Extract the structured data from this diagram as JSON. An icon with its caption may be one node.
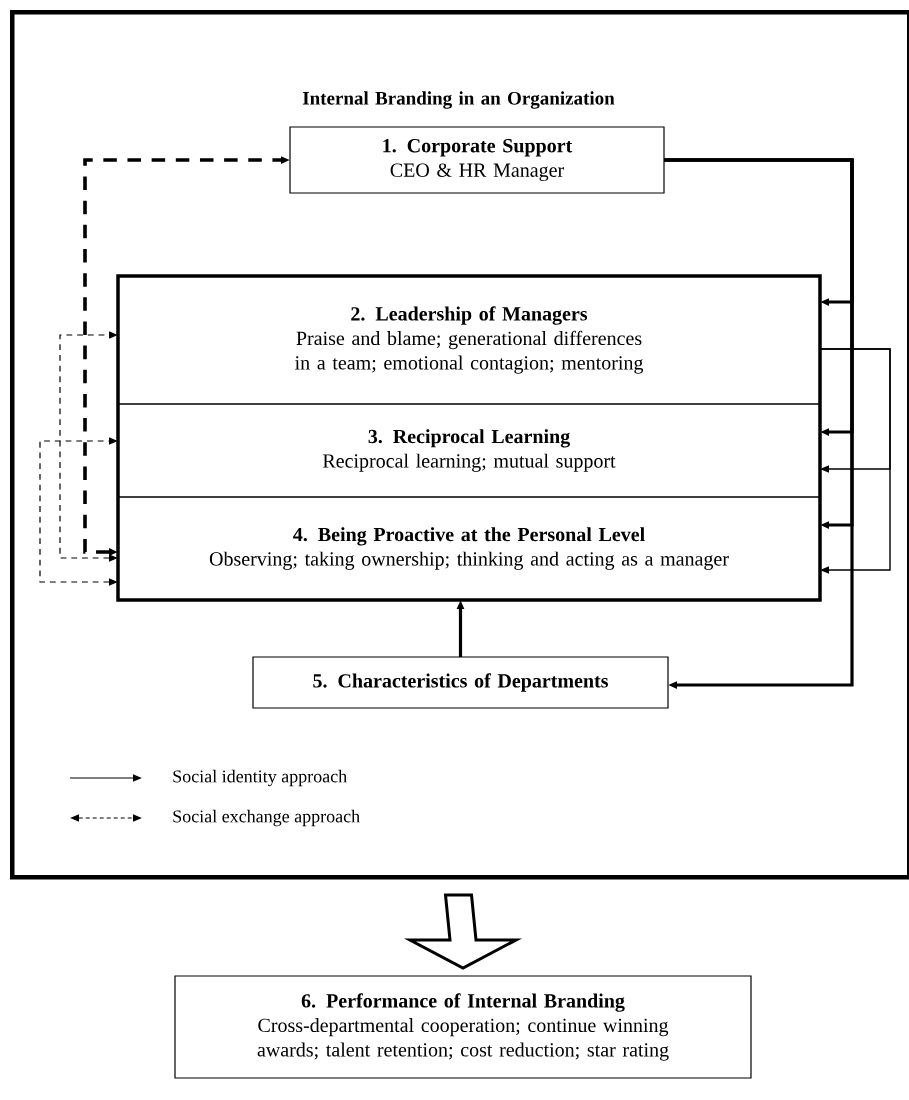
{
  "diagram": {
    "nodes": [
      {
        "text": [
          "Internal Branding in an Organization"
        ]
      },
      {
        "text": [
          "1. Corporate Support",
          "CEO & HR Manager"
        ],
        "in": 0
      },
      {
        "text": [],
        "shape": "box",
        "in": 0
      },
      {
        "text": [
          "2. Leadership of Managers",
          "Praise and blame; generational differences in a team; emotional contagion; mentoring"
        ],
        "in": 2
      },
      {
        "text": [
          "3. Reciprocal Learning",
          "Reciprocal learning; mutual support"
        ],
        "in": 2
      },
      {
        "text": [
          "4. Being Proactive at the Personal Level",
          "Observing; taking ownership; thinking and acting as a manager"
        ],
        "in": 2
      },
      {
        "text": [
          "5. Characteristics of Departments"
        ],
        "in": 0
      },
      {
        "text": [
          "6. Performance of Internal Branding",
          "Cross-departmental cooperation; continue winning awards; talent retention; cost reduction; star rating"
        ]
      }
    ],
    "edges": [
      {
        "from": 1,
        "to": 3,
        "arrow": "to"
      },
      {
        "from": 1,
        "to": 4,
        "arrow": "to"
      },
      {
        "from": 1,
        "to": 5,
        "arrow": "to"
      },
      {
        "from": 1,
        "to": 6,
        "arrow": "to"
      },
      {
        "from": 6,
        "to": 2,
        "arrow": "to"
      },
      {
        "from": 3,
        "to": 4,
        "arrow": "to"
      },
      {
        "from": 3,
        "to": 5,
        "arrow": "to"
      },
      {
        "from": 5,
        "to": 1,
        "arrow": "both",
        "style": "dashed"
      },
      {
        "from": 5,
        "to": 3,
        "arrow": "both",
        "style": "dashed"
      },
      {
        "from": 5,
        "to": 4,
        "arrow": "both",
        "style": "dashed"
      },
      {
        "from": 0,
        "to": 7,
        "arrow": "to"
      }
    ],
    "legend": [
      {
        "text": "Social identity approach"
      },
      {
        "text": "Social exchange approach"
      }
    ]
  }
}
